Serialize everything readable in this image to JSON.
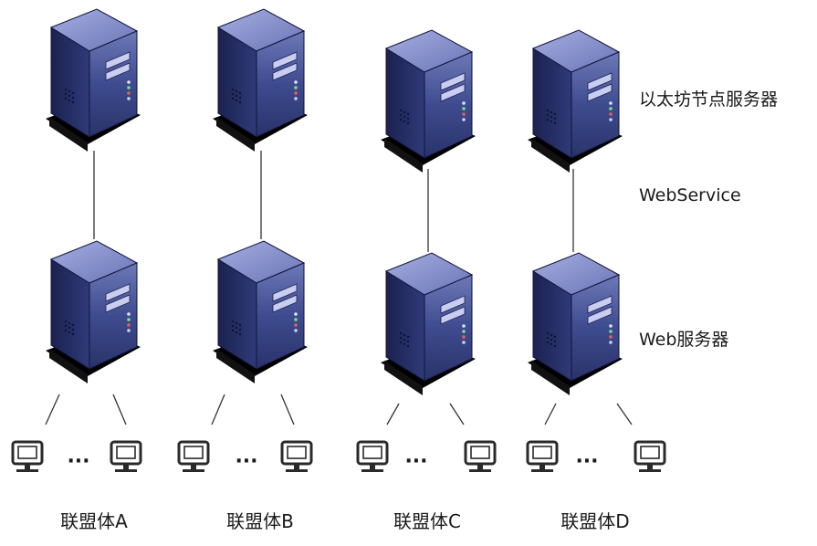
{
  "labels": {
    "top_tier": "以太坊节点服务器",
    "link": "WebService",
    "bottom_tier": "Web服务器"
  },
  "groups": [
    {
      "label": "联盟体A"
    },
    {
      "label": "联盟体B"
    },
    {
      "label": "联盟体C"
    },
    {
      "label": "联盟体D"
    }
  ],
  "ellipsis": "···",
  "icons": {
    "server": "server-tower-icon",
    "client": "monitor-icon"
  },
  "colors": {
    "server_front": "#3c4a8a",
    "server_side": "#232b5c",
    "server_top": "#7f89c4",
    "shadow": "#000000",
    "line": "#333333",
    "monitor": "#2a2a2a"
  }
}
